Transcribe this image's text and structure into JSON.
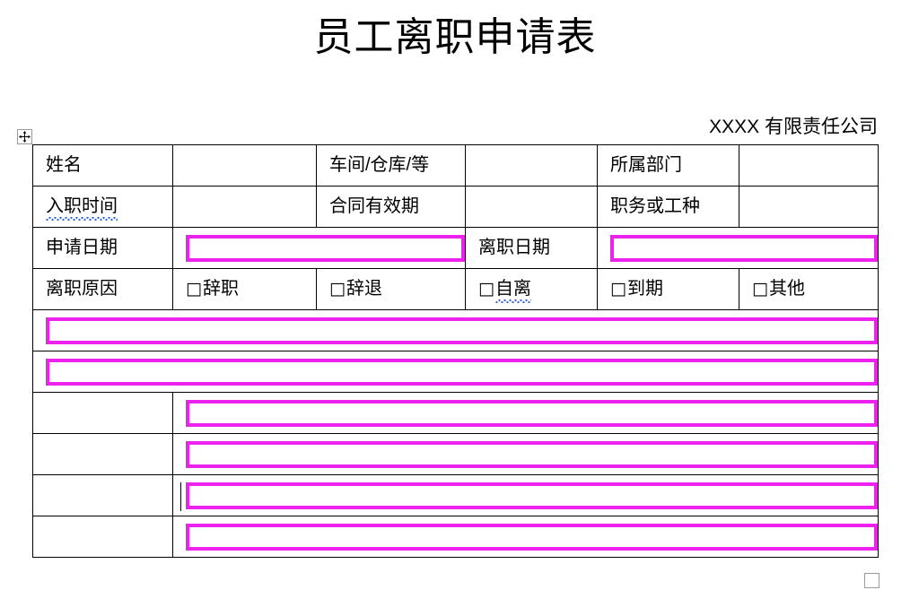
{
  "document": {
    "title": "员工离职申请表",
    "company": "XXXX 有限责任公司"
  },
  "icons": {
    "table_move_handle": "table-move-handle-icon",
    "table_resize_handle": "table-resize-handle-icon"
  },
  "colors": {
    "field_highlight": "#ee22ee",
    "table_border": "#000000",
    "spellcheck_underline": "#2a5fd6",
    "handle_border": "#9a9a9a"
  },
  "table": {
    "row1": {
      "label1": "姓名",
      "value1": "",
      "label2": "车间/仓库/等",
      "value2": "",
      "label3": "所属部门",
      "value3": ""
    },
    "row2": {
      "label1": "入职时间",
      "value1": "",
      "label2": "合同有效期",
      "value2": "",
      "label3": "职务或工种",
      "value3": ""
    },
    "row3": {
      "label1": "申请日期",
      "value1": "",
      "label2": "离职日期",
      "value2": ""
    },
    "row4": {
      "label": "离职原因",
      "options": [
        {
          "box": "□",
          "text": "辞职"
        },
        {
          "box": "□",
          "text": "辞退"
        },
        {
          "box": "□",
          "text": "自离"
        },
        {
          "box": "□",
          "text": "到期"
        },
        {
          "box": "□",
          "text": "其他"
        }
      ]
    },
    "row5": {
      "value": ""
    },
    "row6": {
      "value": ""
    },
    "row7": {
      "label": "",
      "value": ""
    },
    "row8": {
      "label": "",
      "value": ""
    },
    "row9": {
      "label": "",
      "value": ""
    },
    "row10": {
      "label": "",
      "value": ""
    }
  }
}
